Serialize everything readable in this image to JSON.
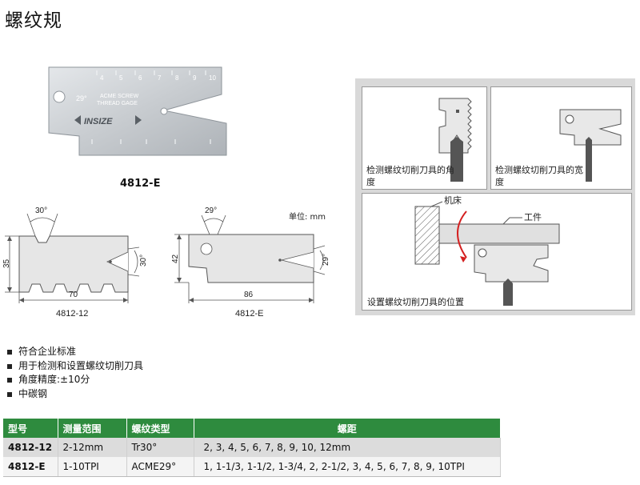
{
  "title": "螺纹规",
  "photo": {
    "engraving_angle": "29°",
    "engraving_line1": "ACME SCREW",
    "engraving_line2": "THREAD GAGE",
    "brand": "INSIZE",
    "scale_numbers": [
      "4",
      "5",
      "6",
      "7",
      "8",
      "9",
      "10"
    ],
    "caption": "4812-E"
  },
  "drawing": {
    "unit_note": "单位: mm",
    "left": {
      "top_angle": "30°",
      "side_angle": "30°",
      "height": "35",
      "width": "70",
      "caption": "4812-12"
    },
    "right": {
      "top_angle": "29°",
      "side_angle": "29°",
      "height": "42",
      "width": "86",
      "caption": "4812-E"
    }
  },
  "diagrams": {
    "angle_check_label": "检测螺纹切削刀具的角度",
    "width_check_label": "检测螺纹切削刀具的宽度",
    "lathe_label": "机床",
    "workpiece_label": "工件",
    "setup_label": "设置螺纹切削刀具的位置"
  },
  "features": [
    "符合企业标准",
    "用于检测和设置螺纹切削刀具",
    "角度精度:±10分",
    "中碳钢"
  ],
  "table": {
    "headers": [
      "型号",
      "测量范围",
      "螺纹类型",
      "螺距"
    ],
    "rows": [
      {
        "model": "4812-12",
        "range": "2-12mm",
        "type": "Tr30°",
        "pitch": "2, 3, 4, 5, 6, 7, 8, 9, 10, 12mm"
      },
      {
        "model": "4812-E",
        "range": "1-10TPI",
        "type": "ACME29°",
        "pitch": "1, 1-1/3, 1-1/2, 1-3/4, 2, 2-1/2, 3, 4, 5, 6, 7, 8, 9, 10TPI"
      }
    ]
  },
  "colors": {
    "header_green": "#2e8b3e",
    "gauge_silver": "#c8ccd0",
    "panel_gray": "#d9d9d9",
    "arrow_red": "#d42020"
  }
}
